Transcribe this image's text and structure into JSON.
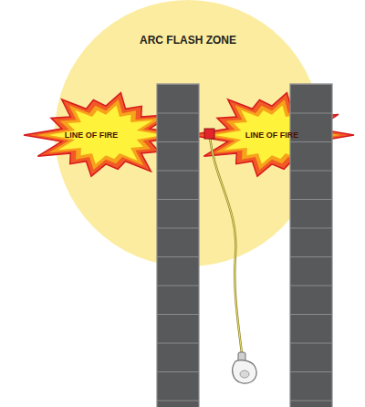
{
  "diagram": {
    "nodes": [
      {
        "text": [
          "ARC FLASH ZONE"
        ]
      },
      {
        "text": [
          "LINE OF FIRE"
        ],
        "in": 0
      },
      {
        "text": [
          "LINE OF FIRE"
        ],
        "in": 0
      }
    ]
  }
}
